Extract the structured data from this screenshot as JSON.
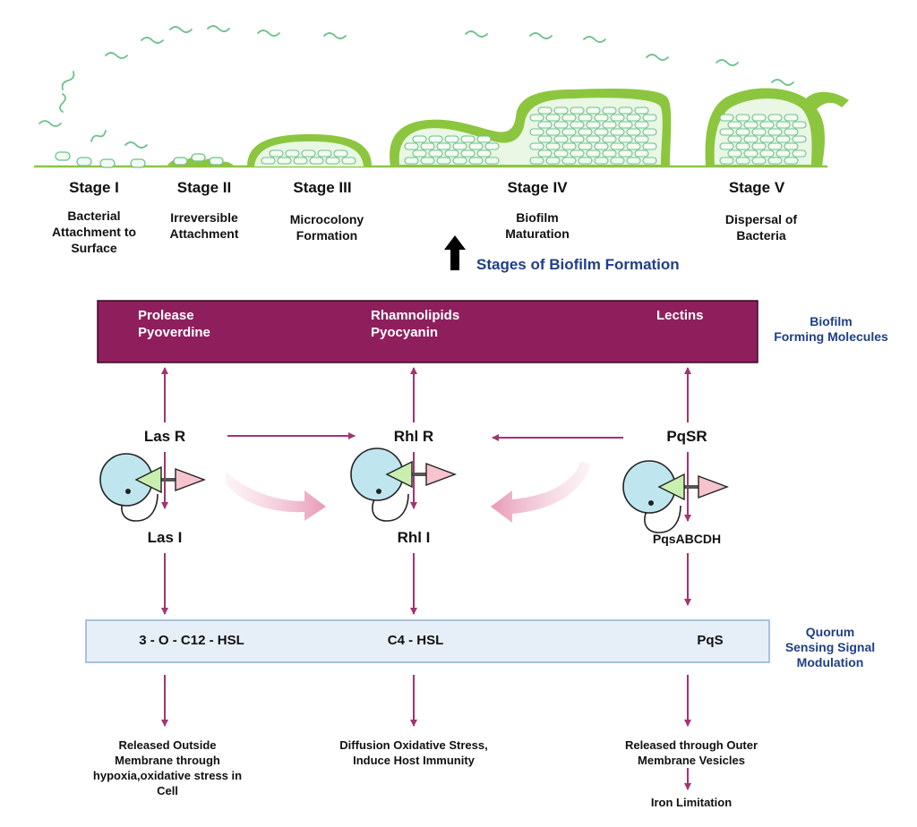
{
  "colors": {
    "biofilm_green": "#8cc63f",
    "cell_fill": "#e9f7e4",
    "box_purple": "#8e1f5c",
    "arrow_magenta": "#a23471",
    "signal_box_fill": "#e6eff8",
    "signal_box_border": "#8fb0d6",
    "label_blue": "#1f3f86",
    "receptor_circle": "#bfe6ee",
    "receptor_tri_green": "#c9efb0",
    "receptor_tri_pink": "#f7c3cc"
  },
  "stages": [
    {
      "title": "Stage I",
      "desc": [
        "Bacterial",
        "Attachment to",
        "Surface"
      ]
    },
    {
      "title": "Stage II",
      "desc": [
        "Irreversible",
        "Attachment"
      ]
    },
    {
      "title": "Stage III",
      "desc": [
        "Microcolony",
        "Formation"
      ]
    },
    {
      "title": "Stage IV",
      "desc": [
        "Biofilm",
        "Maturation"
      ]
    },
    {
      "title": "Stage V",
      "desc": [
        "Dispersal of",
        "Bacteria"
      ]
    }
  ],
  "stages_heading": "Stages of Biofilm Formation",
  "molecules_box": {
    "left": [
      "Prolease",
      "Pyoverdine"
    ],
    "center": [
      "Rhamnolipids",
      "Pyocyanin"
    ],
    "right": [
      "Lectins"
    ],
    "side_label": [
      "Biofilm",
      "Forming Molecules"
    ]
  },
  "genes": {
    "las_r": "Las R",
    "rhl_r": "Rhl R",
    "pqs_r": "PqSR",
    "las_i": "Las I",
    "rhl_i": "Rhl I",
    "pqs_i": "PqsABCDH"
  },
  "signals": {
    "left": "3 - O - C12 - HSL",
    "center": "C4 - HSL",
    "right": "PqS",
    "side_label": [
      "Quorum",
      "Sensing Signal",
      "Modulation"
    ]
  },
  "outcomes": {
    "left": [
      "Released Outside",
      "Membrane through",
      "hypoxia,oxidative stress in",
      "Cell"
    ],
    "center": [
      "Diffusion Oxidative Stress,",
      "Induce Host Immunity"
    ],
    "right": [
      "Released through Outer",
      "Membrane Vesicles"
    ],
    "right_final": "Iron Limitation"
  }
}
